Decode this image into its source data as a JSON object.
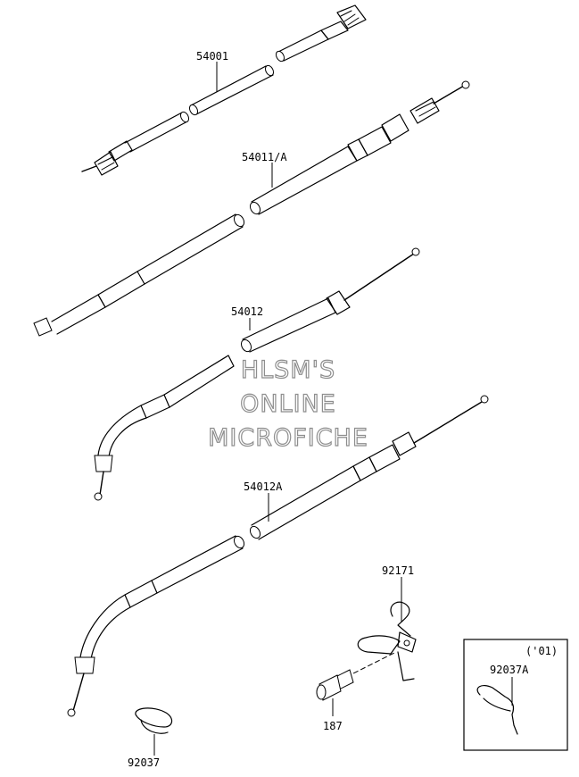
{
  "watermark": {
    "line1": "HLSM'S",
    "line2": "ONLINE",
    "line3": "MICROFICHE"
  },
  "parts": {
    "speedo_cable": "54001",
    "throttle_cable_a": "54011/A",
    "throttle_cable_b": "54012",
    "choke_cable": "54012A",
    "bracket": "92171",
    "bolt": "187",
    "clamp": "92037",
    "clamp_alt": "92037A"
  },
  "inset": {
    "note": "('01)"
  }
}
